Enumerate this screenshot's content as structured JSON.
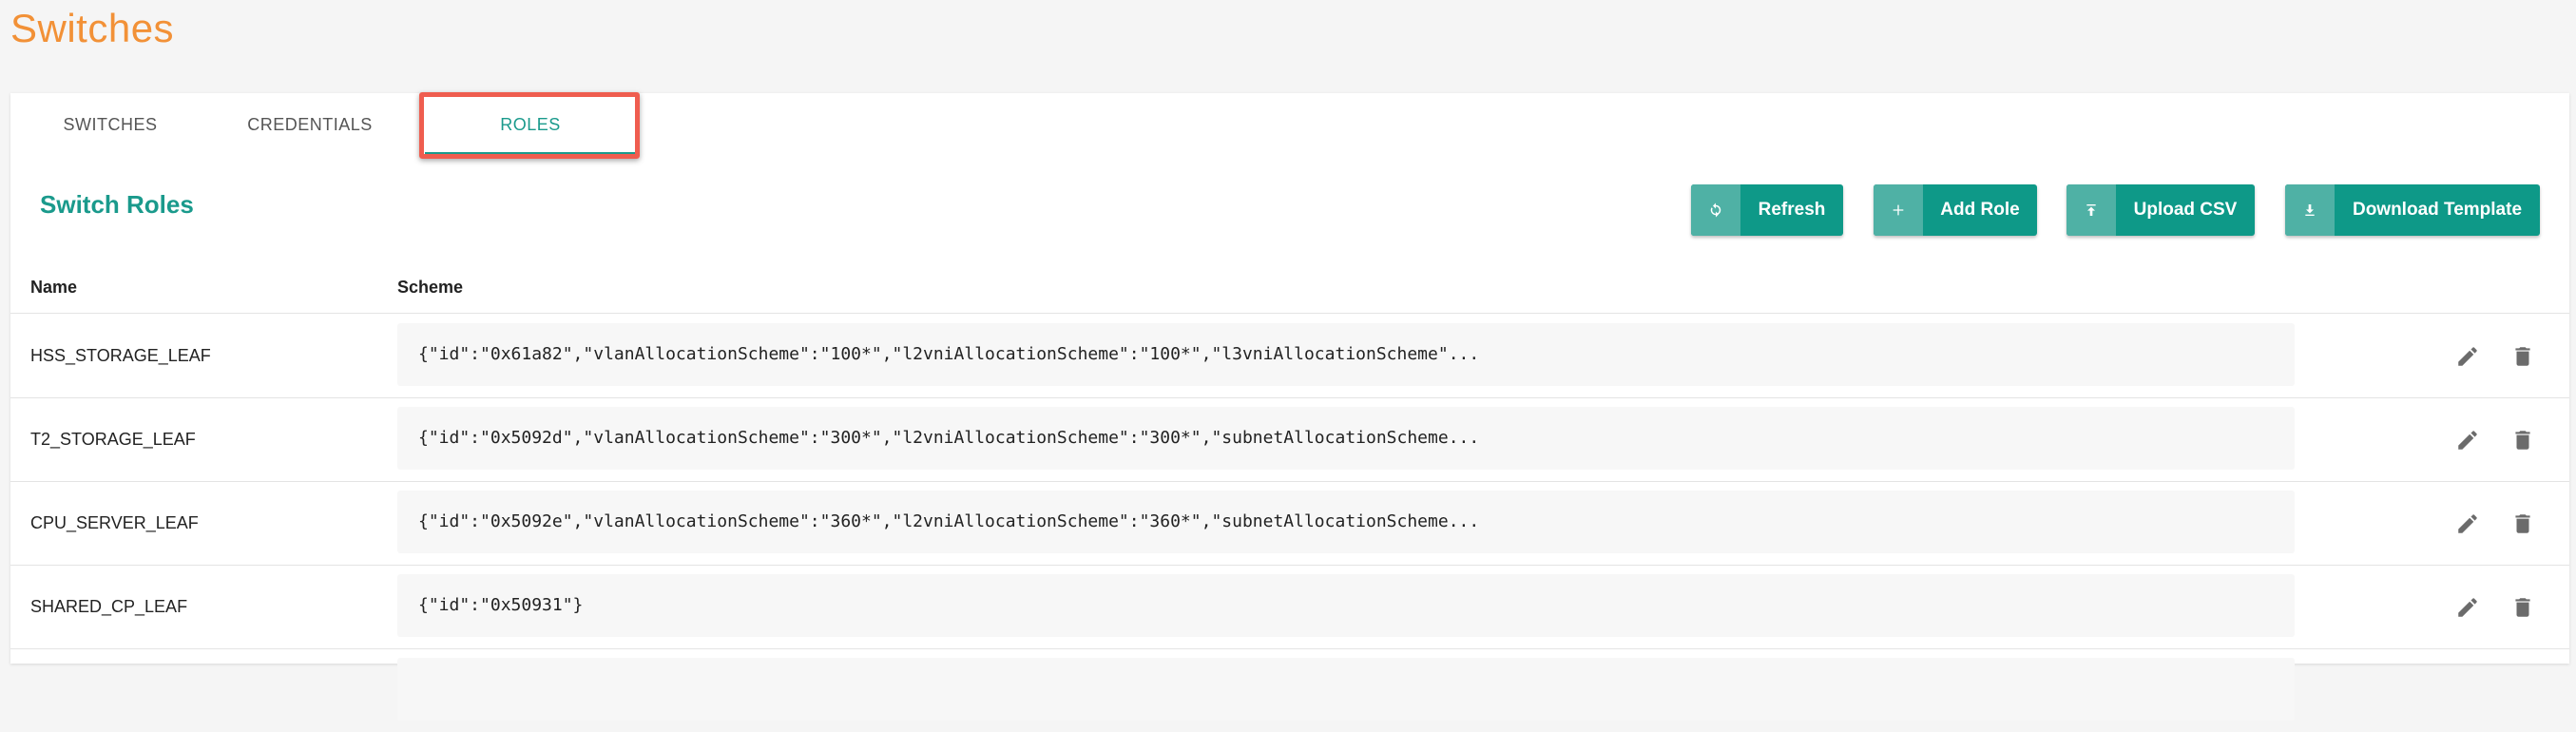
{
  "page": {
    "title": "Switches"
  },
  "tabs": [
    {
      "label": "SWITCHES"
    },
    {
      "label": "CREDENTIALS"
    },
    {
      "label": "ROLES"
    }
  ],
  "section": {
    "title": "Switch Roles"
  },
  "buttons": {
    "refresh": "Refresh",
    "add_role": "Add Role",
    "upload_csv": "Upload CSV",
    "download_template": "Download Template"
  },
  "table": {
    "headers": {
      "name": "Name",
      "scheme": "Scheme"
    },
    "rows": [
      {
        "name": "HSS_STORAGE_LEAF",
        "scheme": "{\"id\":\"0x61a82\",\"vlanAllocationScheme\":\"100*\",\"l2vniAllocationScheme\":\"100*\",\"l3vniAllocationScheme\"..."
      },
      {
        "name": "T2_STORAGE_LEAF",
        "scheme": "{\"id\":\"0x5092d\",\"vlanAllocationScheme\":\"300*\",\"l2vniAllocationScheme\":\"300*\",\"subnetAllocationScheme..."
      },
      {
        "name": "CPU_SERVER_LEAF",
        "scheme": "{\"id\":\"0x5092e\",\"vlanAllocationScheme\":\"360*\",\"l2vniAllocationScheme\":\"360*\",\"subnetAllocationScheme..."
      },
      {
        "name": "SHARED_CP_LEAF",
        "scheme": "{\"id\":\"0x50931\"}"
      }
    ]
  },
  "icons": {
    "refresh": "refresh-icon",
    "add": "plus-icon",
    "upload": "upload-icon",
    "download": "download-icon",
    "edit": "pencil-icon",
    "delete": "trash-icon"
  },
  "colors": {
    "title": "#f29137",
    "accent": "#1a9a8c",
    "button": "#0e9988",
    "button_icon_bg": "#4fb1a5",
    "highlight": "#ef5d4f"
  }
}
